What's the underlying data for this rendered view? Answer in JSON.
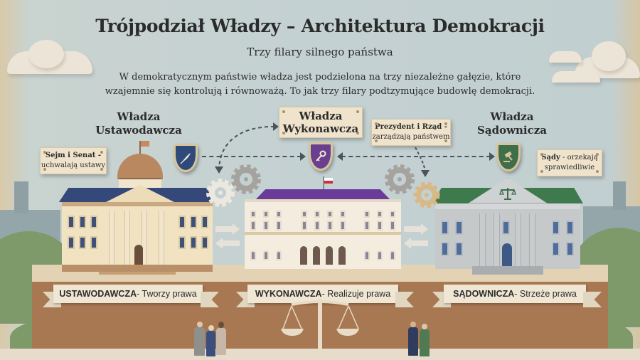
{
  "header": {
    "title": "Trójpodział Władzy – Architektura Demokracji",
    "subtitle": "Trzy filary silnego państwa",
    "intro_line1": "W demokratycznym państwie władza jest podzielona na trzy niezależne gałęzie, które",
    "intro_line2": "wzajemnie się kontrolują i równoważą. To jak trzy filary podtzymujące budowlę demokracji."
  },
  "branches": [
    {
      "id": "legislative",
      "heading_line1": "Władza",
      "heading_line2": "Ustawodawcza",
      "plaque_line1": "Sejm i Senat -",
      "plaque_line2": "uchwalają ustawy",
      "icon": "quill-icon",
      "shield_color": "#2f4a7a",
      "roof_color": "#34487a",
      "banner_bold": "USTAWODAWCZA",
      "banner_rest": " - Tworzy prawa"
    },
    {
      "id": "executive",
      "heading_line1": "Władza",
      "heading_line2": "Wykonawcza",
      "plaque_line1": "Prezydent i Rząd -",
      "plaque_line2": "zarządzają państwem",
      "icon": "key-icon",
      "shield_color": "#6a3f8f",
      "roof_color": "#6b3b9a",
      "banner_bold": "WYKONAWCZA",
      "banner_rest": " - Realizuje prawa"
    },
    {
      "id": "judicial",
      "heading_line1": "Władza",
      "heading_line2": "Sądownicza",
      "plaque_bold": "Sądy",
      "plaque_line1_rest": " - orzekają",
      "plaque_line2": "sprawiedliwie",
      "icon": "gavel-icon",
      "shield_color": "#3f6e4a",
      "roof_color": "#3f7a4e",
      "banner_bold": "SĄDOWNICZA",
      "banner_rest": " - Strzeże prawa"
    }
  ],
  "colors": {
    "background": "#c4d1d2",
    "platform_front": "#a87853",
    "platform_top": "#e3d3b4",
    "banner": "#efe6d4",
    "plaque": "#efe3cc",
    "hill_green": "#7e9a6a",
    "poland_flag_white": "#ffffff",
    "poland_flag_red": "#d0303a"
  }
}
